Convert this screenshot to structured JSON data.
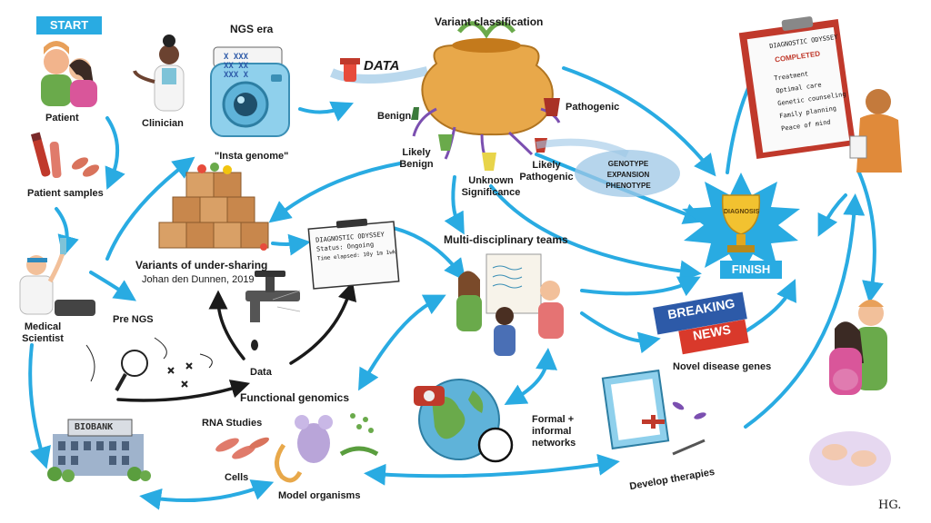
{
  "start_label": "START",
  "finish_label": "FINISH",
  "patient": "Patient",
  "clinician": "Clinician",
  "patient_samples": "Patient samples",
  "medical_scientist_1": "Medical",
  "medical_scientist_2": "Scientist",
  "ngs_era": "NGS era",
  "insta_genome": "\"Insta genome\"",
  "camera_x1": "X XXX",
  "camera_x2": "XX XX",
  "camera_x3": "XXX X",
  "variant_classification": "Variant classification",
  "data_word": "DATA",
  "benign": "Benign",
  "likely_benign_1": "Likely",
  "likely_benign_2": "Benign",
  "unknown_1": "Unknown",
  "unknown_2": "Significance",
  "likely_pathogenic_1": "Likely",
  "likely_pathogenic_2": "Pathogenic",
  "pathogenic": "Pathogenic",
  "genotype": "GENOTYPE",
  "expansion": "EXPANSION",
  "phenotype": "PHENOTYPE",
  "diagnosis": "DIAGNOSIS",
  "variants_undersharing": "Variants of under-sharing",
  "johan": "Johan den Dunnen, 2019",
  "pre_ngs": "Pre NGS",
  "data_label": "Data",
  "functional_genomics": "Functional genomics",
  "rna_studies": "RNA Studies",
  "cells": "Cells",
  "model_organisms": "Model organisms",
  "biobank": "BIOBANK",
  "clipboard_title": "DIAGNOSTIC ODYSSEY",
  "clipboard_status": "Status: Ongoing",
  "clipboard_time": "Time elapsed: 10y 1m 1wk",
  "multidisciplinary": "Multi-disciplinary teams",
  "formal_1": "Formal +",
  "formal_2": "informal",
  "formal_3": "networks",
  "breaking": "BREAKING",
  "news": "NEWS",
  "novel_genes": "Novel disease genes",
  "develop_therapies": "Develop therapies",
  "final_clip_title": "DIAGNOSTIC ODYSSEY",
  "final_clip_status": "COMPLETED",
  "final_items": [
    "Treatment",
    "Optimal care",
    "Genetic counseling",
    "Family planning",
    "Peace of mind"
  ],
  "signature": "HG.",
  "colors": {
    "arrow": "#29abe2",
    "arrow_dark": "#1a1a1a",
    "tag_bg": "#29abe2"
  }
}
